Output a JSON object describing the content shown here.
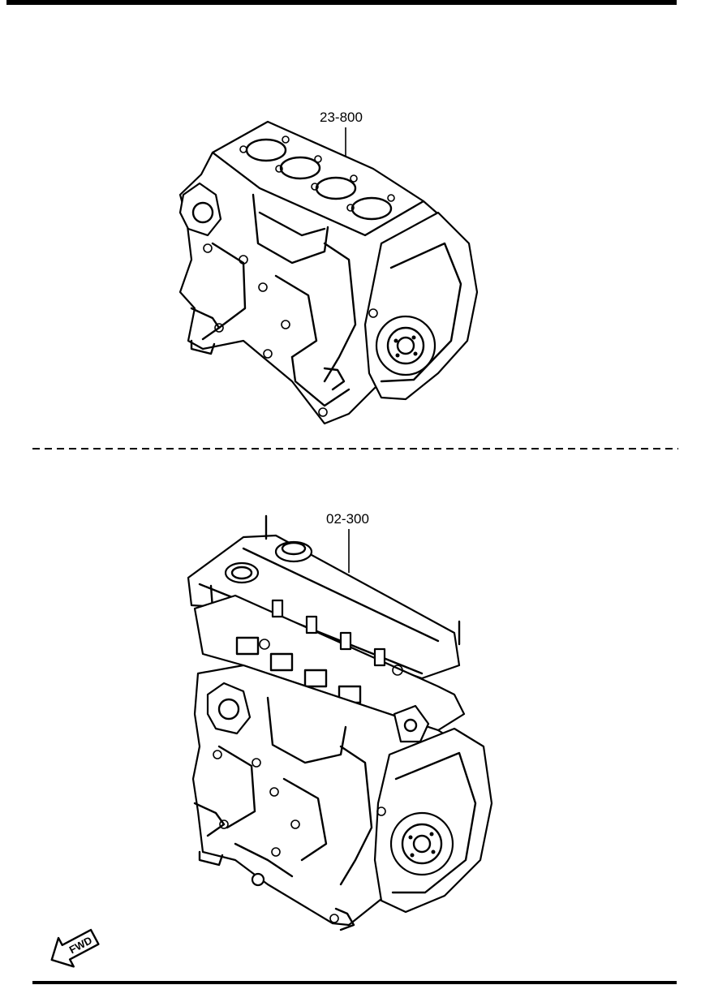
{
  "diagram": {
    "parts": [
      {
        "callout": "23-800"
      },
      {
        "callout": "02-300"
      }
    ],
    "direction_arrow": {
      "label": "FWD",
      "icon": "fwd-arrow-icon"
    }
  }
}
